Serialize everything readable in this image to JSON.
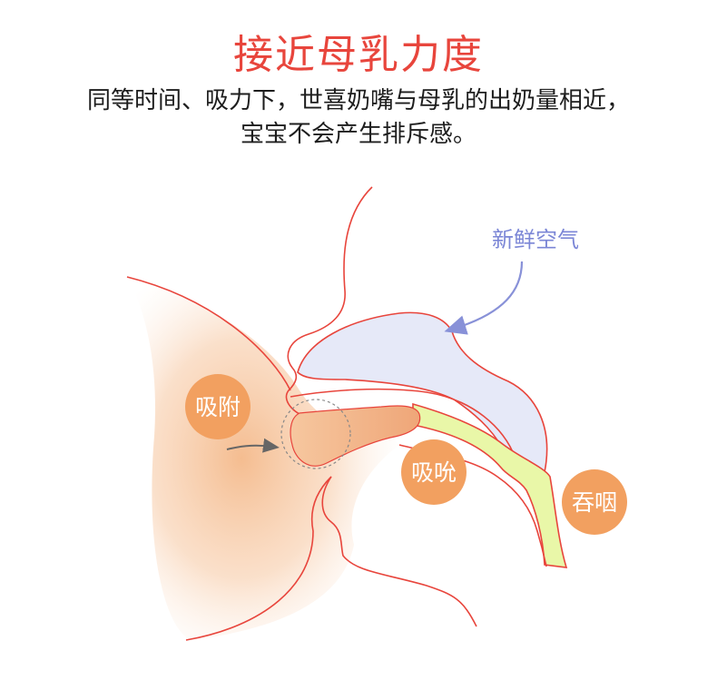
{
  "title": "接近母乳力度",
  "subtitle_line1": "同等时间、吸力下，世喜奶嘴与母乳的出奶量相近，",
  "subtitle_line2": "宝宝不会产生排斥感。",
  "labels": {
    "attach": "吸附",
    "suck": "吸吮",
    "swallow": "吞咽",
    "fresh_air": "新鲜空气"
  },
  "colors": {
    "title": "#e8453c",
    "outline": "#e8453c",
    "label_bubble": "#f2a060",
    "air_fill": "#e6e9f8",
    "air_text": "#7b86d6",
    "throat_fill": "#e9f7a8"
  }
}
